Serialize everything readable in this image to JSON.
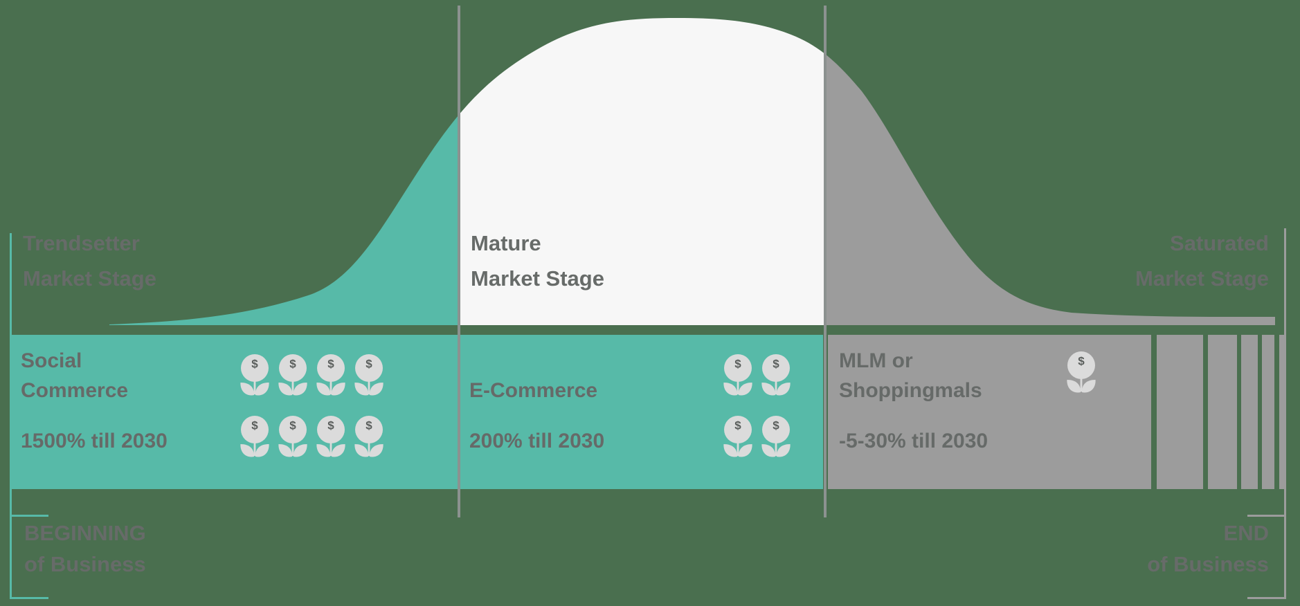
{
  "colors": {
    "background": "#4A6F4F",
    "teal": "#57BAA8",
    "gray_fill": "#9C9C9C",
    "white_fill": "#F7F7F7",
    "divider": "#8C9290",
    "text": "#676B69",
    "text_band": "#666A68",
    "flower": "#DBDBDB",
    "flower_symbol": "#5A5E5C"
  },
  "stages": [
    {
      "stage_label_line1": "Trendsetter",
      "stage_label_line2": "Market Stage",
      "product_line1": "Social",
      "product_line2": "Commerce",
      "growth": "1500% till 2030",
      "money_flowers": 8,
      "flower_columns": 4
    },
    {
      "stage_label_line1": "Mature",
      "stage_label_line2": "Market Stage",
      "product_line1": "E-Commerce",
      "product_line2": "",
      "growth": "200% till 2030",
      "money_flowers": 4,
      "flower_columns": 2
    },
    {
      "stage_label_line1": "Saturated",
      "stage_label_line2": "Market Stage",
      "product_line1": "MLM or",
      "product_line2": "Shoppingmals",
      "growth": "-5-30% till 2030",
      "money_flowers": 1,
      "flower_columns": 1
    }
  ],
  "axis": {
    "start_line1": "BEGINNING",
    "start_line2": "of Business",
    "end_line1": "END",
    "end_line2": "of Business"
  },
  "icons": {
    "money_flower": "money-flower-icon",
    "currency_symbol": "$"
  },
  "decor": {
    "decay_stripe_count": 5
  }
}
